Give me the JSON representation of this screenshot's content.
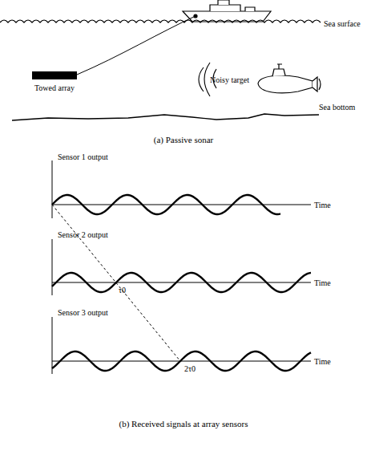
{
  "diagram": {
    "labels": [
      "Sea surface",
      "Towed array",
      "Noisy target",
      "Sea bottom",
      "(a) Passive sonar",
      "Sensor 1 output",
      "Time",
      "Sensor 2 output",
      "τ0",
      "Time",
      "Sensor 3 output",
      "2τ0",
      "Time",
      "(b) Received signals at array sensors"
    ]
  }
}
